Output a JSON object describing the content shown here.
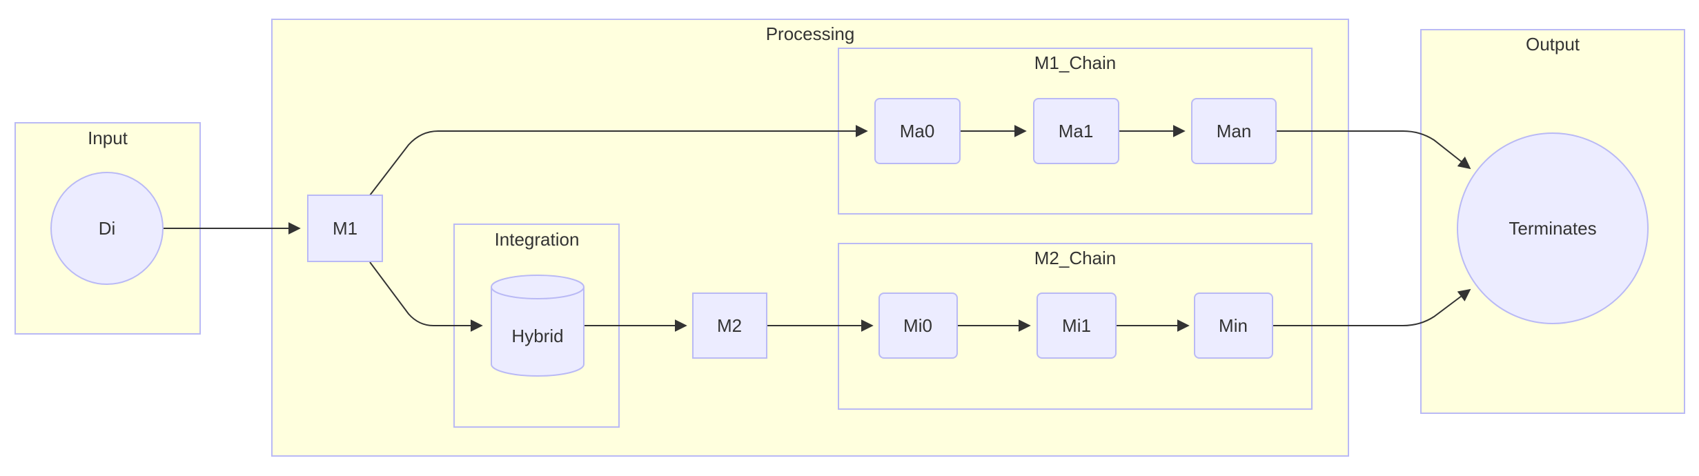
{
  "clusters": {
    "input": "Input",
    "processing": "Processing",
    "m1_chain": "M1_Chain",
    "m2_chain": "M2_Chain",
    "integration": "Integration",
    "output": "Output"
  },
  "nodes": {
    "di": "Di",
    "m1": "M1",
    "ma0": "Ma0",
    "ma1": "Ma1",
    "man": "Man",
    "hybrid": "Hybrid",
    "m2": "M2",
    "mi0": "Mi0",
    "mi1": "Mi1",
    "min": "Min",
    "terminates": "Terminates"
  },
  "edges": [
    {
      "from": "Di",
      "to": "M1"
    },
    {
      "from": "M1",
      "to": "Ma0"
    },
    {
      "from": "M1",
      "to": "Hybrid"
    },
    {
      "from": "Ma0",
      "to": "Ma1"
    },
    {
      "from": "Ma1",
      "to": "Man"
    },
    {
      "from": "Hybrid",
      "to": "M2"
    },
    {
      "from": "M2",
      "to": "Mi0"
    },
    {
      "from": "Mi0",
      "to": "Mi1"
    },
    {
      "from": "Mi1",
      "to": "Min"
    },
    {
      "from": "Man",
      "to": "Terminates"
    },
    {
      "from": "Min",
      "to": "Terminates"
    }
  ]
}
